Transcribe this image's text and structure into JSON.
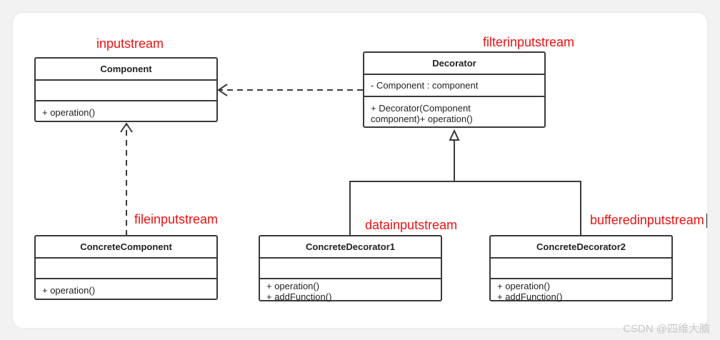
{
  "labels": {
    "component": "inputstream",
    "decorator": "filterinputstream",
    "concrete_component": "fileinputstream",
    "concrete_decorator1": "datainputstream",
    "concrete_decorator2": "bufferedinputstream"
  },
  "classes": {
    "component": {
      "name": "Component",
      "attribute": "",
      "operations": [
        "+ operation()"
      ]
    },
    "decorator": {
      "name": "Decorator",
      "attribute": "- Component : component",
      "operations": [
        "+ Decorator(Component",
        "component)+ operation()"
      ]
    },
    "concrete_component": {
      "name": "ConcreteComponent",
      "attribute": "",
      "operations": [
        "+ operation()"
      ]
    },
    "concrete_decorator1": {
      "name": "ConcreteDecorator1",
      "attribute": "",
      "operations": [
        "+ operation()",
        "+ addFunction()"
      ]
    },
    "concrete_decorator2": {
      "name": "ConcreteDecorator2",
      "attribute": "",
      "operations": [
        "+ operation()",
        "+ addFunction()"
      ]
    }
  },
  "watermark": "CSDN @四维大脑"
}
